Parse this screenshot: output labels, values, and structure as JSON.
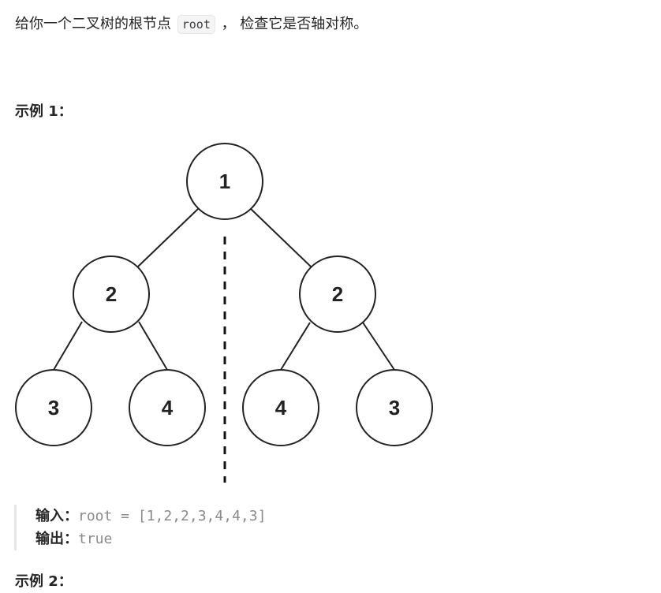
{
  "problem": {
    "intro_before": "给你一个二叉树的根节点 ",
    "intro_code": "root",
    "intro_after": " ， 检查它是否轴对称。"
  },
  "example1": {
    "title": "示例 1：",
    "tree": {
      "root": "1",
      "level2": [
        "2",
        "2"
      ],
      "level3": [
        "3",
        "4",
        "4",
        "3"
      ]
    },
    "input_label": "输入：",
    "input_value": "root = [1,2,2,3,4,4,3]",
    "output_label": "输出：",
    "output_value": "true"
  },
  "example2": {
    "title": "示例 2："
  }
}
